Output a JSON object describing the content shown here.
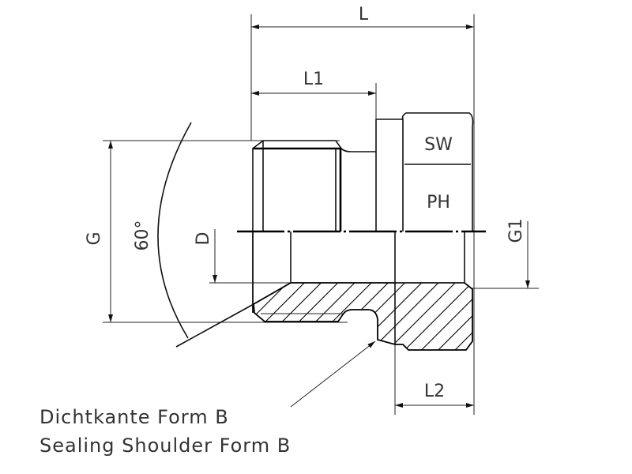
{
  "dimensions": {
    "overall_length": "L",
    "thread_length": "L1",
    "bore_length": "L2",
    "thread_size": "G",
    "inner_thread": "G1",
    "bore_diameter": "D",
    "angle": "60°",
    "wrench_size": "SW",
    "hex_label": "PH"
  },
  "caption": {
    "line1": "Dichtkante Form B",
    "line2": "Sealing Shoulder Form B"
  },
  "colors": {
    "line": "#111111",
    "text": "#333333"
  }
}
